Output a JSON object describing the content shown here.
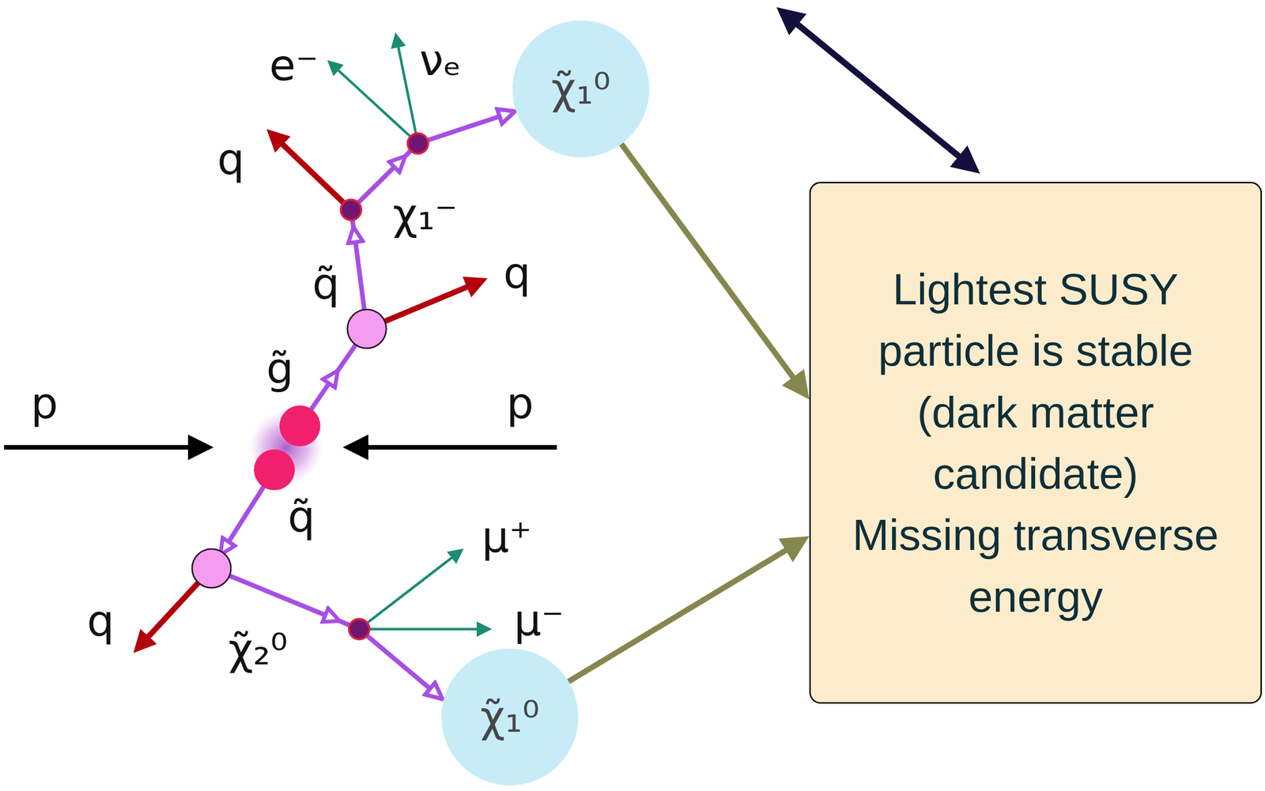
{
  "diagram": {
    "nodes": [
      {
        "text": [
          "χ̃₁⁰"
        ]
      },
      {
        "text": [
          "Lightest SUSY particle is stable (dark matter candidate)",
          "Missing transverse energy"
        ]
      },
      {
        "text": [
          "χ̃₁⁰"
        ]
      }
    ],
    "edges": [
      {
        "from": 0,
        "to": 1,
        "arrow": "to"
      },
      {
        "from": 2,
        "to": 1,
        "arrow": "to"
      }
    ],
    "labels": [
      "e⁻",
      "νₑ",
      "q",
      "χ₁⁻",
      "q̃",
      "q",
      "g̃",
      "p",
      "p",
      "q̃",
      "μ⁺",
      "q",
      "χ̃₂⁰",
      "μ⁻"
    ]
  }
}
